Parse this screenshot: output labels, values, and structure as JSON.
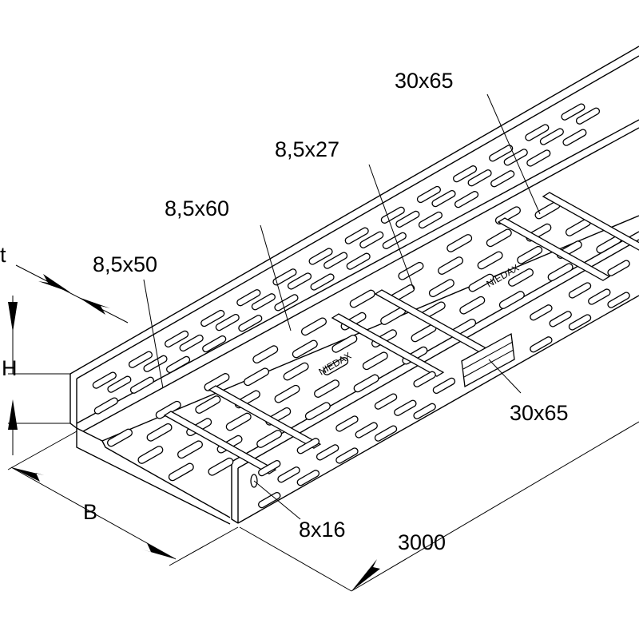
{
  "labels": {
    "t": "t",
    "H": "H",
    "B": "B",
    "length": "3000",
    "hole_30x65_top": "30x65",
    "hole_8_5x27": "8,5x27",
    "hole_8_5x60": "8,5x60",
    "hole_8_5x50": "8,5x50",
    "hole_30x65_side": "30x65",
    "hole_8x16": "8x16",
    "brand_mark": "NIEDAX"
  }
}
